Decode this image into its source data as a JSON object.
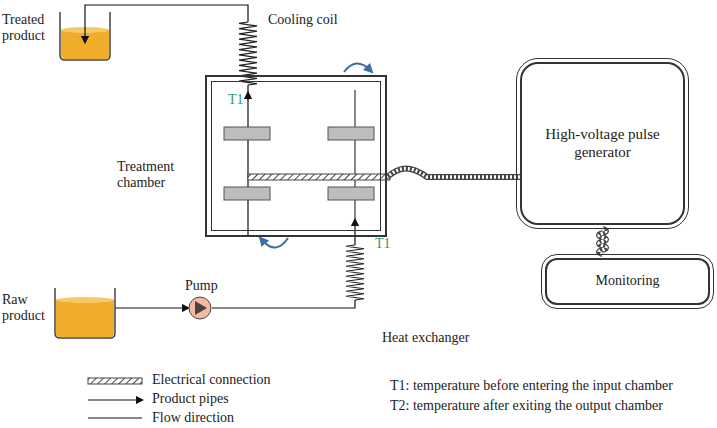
{
  "diagram": {
    "nodes": [
      {
        "text": [
          "Treatment chamber"
        ]
      },
      {
        "text": [
          "High-voltage pulse generator"
        ]
      },
      {
        "text": [
          "Monitoring"
        ]
      }
    ],
    "edges": [
      {
        "from": 1,
        "to": 0,
        "arrow": "none"
      },
      {
        "from": 1,
        "to": 2,
        "arrow": "none"
      }
    ],
    "labels": [
      "Treated product",
      "Cooling coil",
      "T1",
      "T1",
      "Raw product",
      "Pump",
      "Heat exchanger",
      "T1: temperature before entering the input chamber",
      "T2: temperature after exiting the output chamber"
    ],
    "legend": [
      {
        "text": "Electrical connection"
      },
      {
        "text": "Product pipes"
      },
      {
        "text": "Flow direction"
      }
    ]
  }
}
